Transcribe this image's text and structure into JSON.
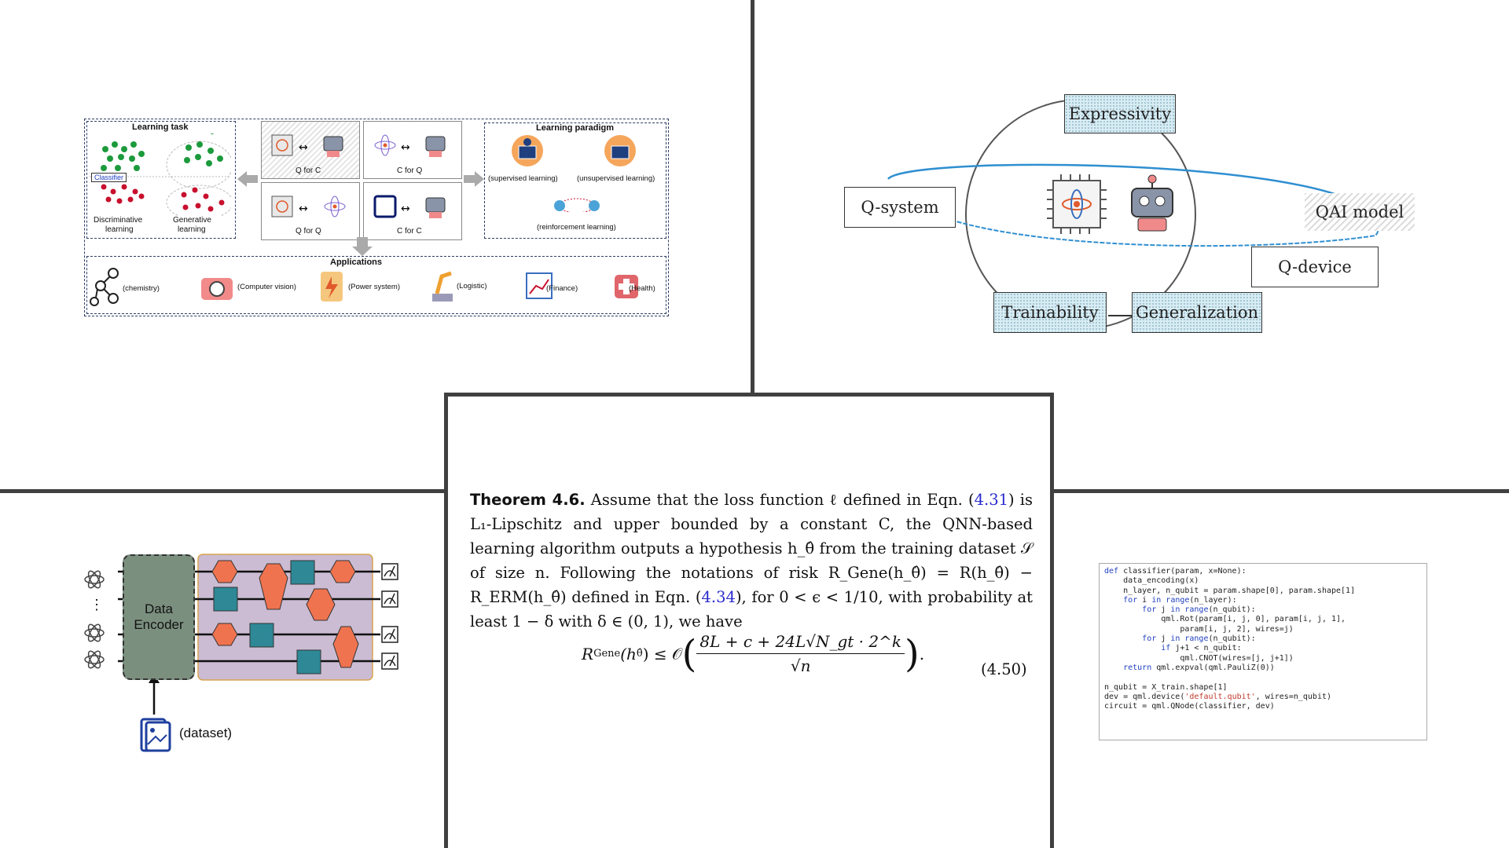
{
  "overview": {
    "learning_task": {
      "title": "Learning task",
      "classifier_label": "Classifier",
      "discriminative": "Discriminative learning",
      "discriminative_l1": "Discriminative",
      "discriminative_l2": "learning",
      "generative_l1": "Generative",
      "generative_l2": "learning"
    },
    "quadrants": [
      "Q for C",
      "C for Q",
      "Q for Q",
      "C for C"
    ],
    "learning_paradigm": {
      "title": "Learning paradigm",
      "supervised": "(supervised learning)",
      "unsupervised": "(unsupervised learning)",
      "reinforcement": "(reinforcement learning)"
    },
    "applications": {
      "title": "Applications",
      "items": [
        "(chemistry)",
        "(Computer vision)",
        "(Power system)",
        "(Logistic)",
        "(Finance)",
        "(Health)"
      ]
    }
  },
  "qai": {
    "nodes": {
      "expressivity": "Expressivity",
      "q_system": "Q-system",
      "qai_model": "QAI model",
      "q_device": "Q-device",
      "trainability": "Trainability",
      "generalization": "Generalization"
    },
    "colors": {
      "orbit": "#2f8fd1",
      "dotted_fill": "#d8ecf3"
    }
  },
  "circuit": {
    "encoder_l1": "Data",
    "encoder_l2": "Encoder",
    "dataset_label": "(dataset)",
    "vdots": "⋮",
    "colors": {
      "orange": "#f0734f",
      "teal": "#2e8896",
      "panel": "#cbbcd3",
      "encoder": "#7b8f7f"
    }
  },
  "theorem": {
    "head": "Theorem 4.6.",
    "s1": " Assume that the loss function ℓ defined in Eqn. (",
    "ref1": "4.31",
    "s2": ") is L₁-Lipschitz and upper bounded by a constant C, the QNN-based learning algorithm outputs a hypothesis h_θ̂ from the training dataset 𝒮 of size n. Following the notations of risk R_Gene(h_θ̂) = R(h_θ̂) − R_ERM(h_θ̂) defined in Eqn. (",
    "ref2": "4.34",
    "s3": "), for 0 < ϵ < 1/10, with probability at least 1 − δ with δ ∈ (0, 1), we have",
    "eq_lhs": "R",
    "eq_lhs_sub": "Gene",
    "eq_arg": "(h",
    "eq_arg_sub": "θ̂",
    "eq_rel": ") ≤ 𝒪",
    "eq_num": "8L + c + 24L√N_gt · 2^k",
    "eq_den": "√n",
    "eq_end": ".",
    "eq_number": "(4.50)"
  },
  "code": {
    "lines": [
      [
        [
          "kw",
          "def"
        ],
        [
          "t",
          " classifier(param, x=None):"
        ]
      ],
      [
        [
          "t",
          "    data_encoding(x)"
        ]
      ],
      [
        [
          "t",
          "    n_layer, n_qubit = param.shape[0], param.shape[1]"
        ]
      ],
      [
        [
          "t",
          "    "
        ],
        [
          "kw",
          "for"
        ],
        [
          "t",
          " i "
        ],
        [
          "kw",
          "in"
        ],
        [
          "t",
          " "
        ],
        [
          "kw",
          "range"
        ],
        [
          "t",
          "(n_layer):"
        ]
      ],
      [
        [
          "t",
          "        "
        ],
        [
          "kw",
          "for"
        ],
        [
          "t",
          " j "
        ],
        [
          "kw",
          "in"
        ],
        [
          "t",
          " "
        ],
        [
          "kw",
          "range"
        ],
        [
          "t",
          "(n_qubit):"
        ]
      ],
      [
        [
          "t",
          "            qml.Rot(param[i, j, 0], param[i, j, 1],"
        ]
      ],
      [
        [
          "t",
          "                param[i, j, 2], wires=j)"
        ]
      ],
      [
        [
          "t",
          "        "
        ],
        [
          "kw",
          "for"
        ],
        [
          "t",
          " j "
        ],
        [
          "kw",
          "in"
        ],
        [
          "t",
          " "
        ],
        [
          "kw",
          "range"
        ],
        [
          "t",
          "(n_qubit):"
        ]
      ],
      [
        [
          "t",
          "            "
        ],
        [
          "kw",
          "if"
        ],
        [
          "t",
          " j+1 < n_qubit:"
        ]
      ],
      [
        [
          "t",
          "                qml.CNOT(wires=[j, j+1])"
        ]
      ],
      [
        [
          "t",
          "    "
        ],
        [
          "kw",
          "return"
        ],
        [
          "t",
          " qml.expval(qml.PauliZ(0))"
        ]
      ],
      [
        [
          "t",
          ""
        ]
      ],
      [
        [
          "t",
          "n_qubit = X_train.shape[1]"
        ]
      ],
      [
        [
          "t",
          "dev = qml.device("
        ],
        [
          "str",
          "'default.qubit'"
        ],
        [
          "t",
          ", wires=n_qubit)"
        ]
      ],
      [
        [
          "t",
          "circuit = qml.QNode(classifier, dev)"
        ]
      ]
    ],
    "colors": {
      "keyword": "#1f3fbf",
      "string": "#c0392b"
    }
  }
}
